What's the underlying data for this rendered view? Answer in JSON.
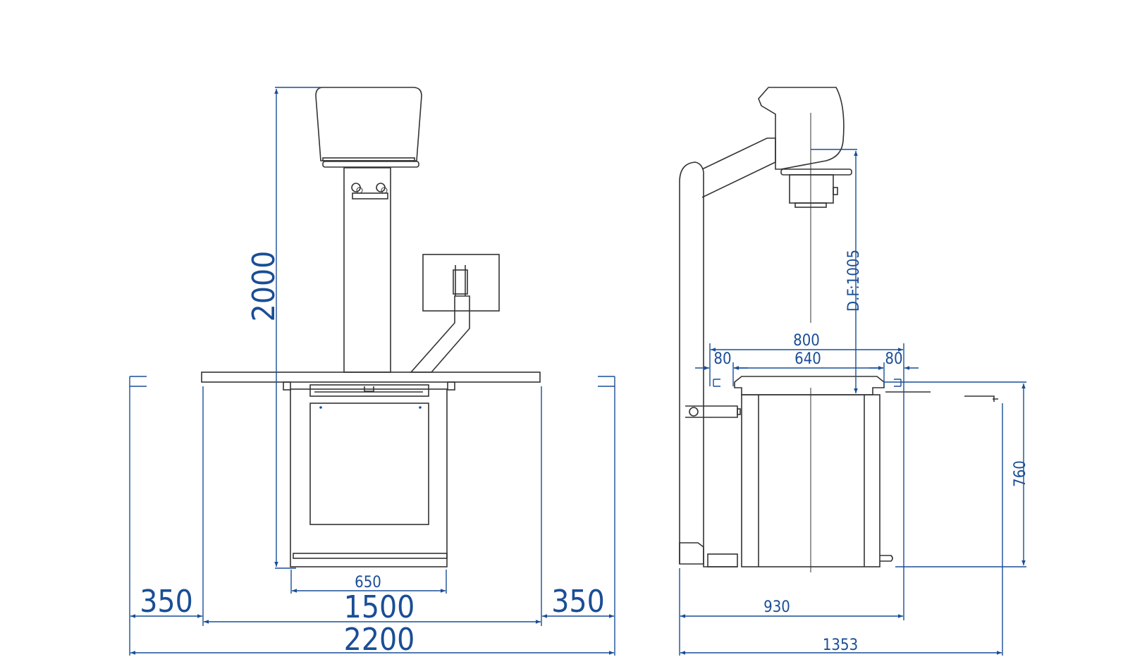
{
  "colors": {
    "dimension": "#1a4e96",
    "equipment": "#333333",
    "background": "#ffffff"
  },
  "front_view": {
    "height_dim": "2000",
    "table_left_ext": "350",
    "table_width": "1500",
    "table_right_ext": "350",
    "total_width": "2200",
    "base_width": "650"
  },
  "side_view": {
    "focus_distance": "D.F:1005",
    "table_depth": "800",
    "inner_width": "640",
    "margin_left": "80",
    "margin_right": "80",
    "table_height": "760",
    "depth_width": "930",
    "total_depth": "1353"
  }
}
